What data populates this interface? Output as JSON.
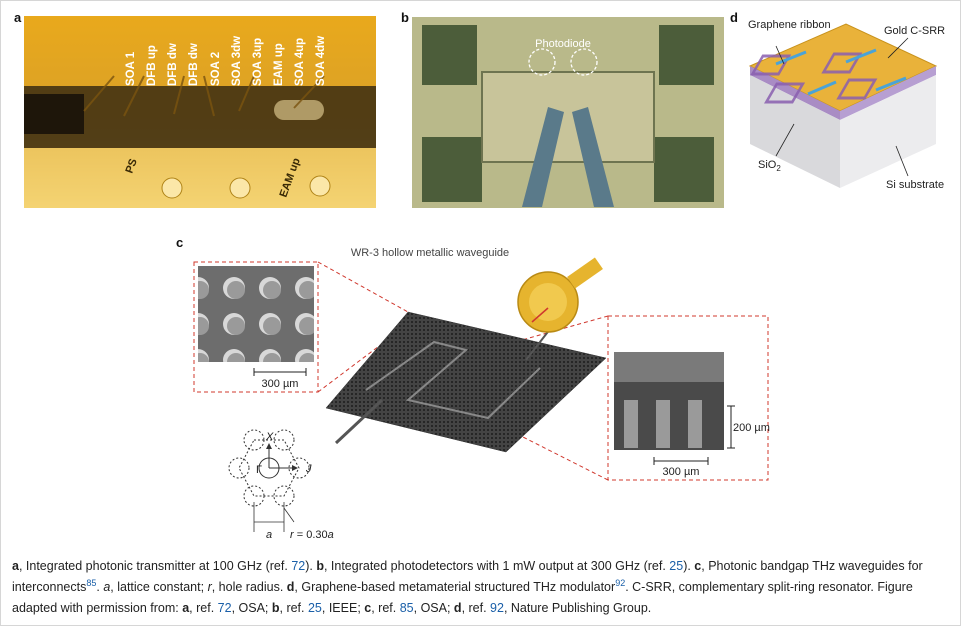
{
  "panels": {
    "a": {
      "label": "a",
      "strip_labels": [
        "SOA 1",
        "DFB up",
        "DFB dw",
        "DFB dw",
        "SOA 2",
        "SOA 3dw",
        "SOA 3up",
        "EAM up",
        "SOA 4up",
        "SOA 4dw"
      ],
      "bottom_labels": [
        "PS",
        "EAM up"
      ]
    },
    "b": {
      "label": "b",
      "photodiode": "Photodiode"
    },
    "c": {
      "label": "c",
      "waveguide_title": "WR-3 hollow metallic waveguide",
      "scale_left": "300 µm",
      "scale_right_h": "300 µm",
      "scale_right_v": "200 µm",
      "lattice": {
        "x": "X",
        "gamma": "Γ",
        "j": "J",
        "a": "a",
        "r_prefix": "r",
        "r_value": " = 0.30",
        "r_suffix": "a"
      }
    },
    "d": {
      "label": "d",
      "graphene": "Graphene ribbon",
      "gold": "Gold C-SRR",
      "sio2": "SiO",
      "sio2_sub": "2",
      "si": "Si substrate"
    }
  },
  "caption": {
    "segments": [
      {
        "t": "a",
        "b": true
      },
      {
        "t": ", Integrated photonic transmitter at 100 GHz (ref. "
      },
      {
        "t": "72",
        "link": true
      },
      {
        "t": "). "
      },
      {
        "t": "b",
        "b": true
      },
      {
        "t": ", Integrated photodetectors with 1 mW output at 300 GHz (ref. "
      },
      {
        "t": "25",
        "link": true
      },
      {
        "t": "). "
      },
      {
        "t": "c",
        "b": true
      },
      {
        "t": ", Photonic bandgap THz waveguides for interconnects"
      },
      {
        "t": "85",
        "link": true,
        "sup": true
      },
      {
        "t": ". "
      },
      {
        "t": "a",
        "i": true
      },
      {
        "t": ", lattice constant; "
      },
      {
        "t": "r",
        "i": true
      },
      {
        "t": ", hole radius. "
      },
      {
        "t": "d",
        "b": true
      },
      {
        "t": ", Graphene-based metamaterial structured THz modulator"
      },
      {
        "t": "92",
        "link": true,
        "sup": true
      },
      {
        "t": ". C-SRR, complementary split-ring resonator. Figure adapted with permission from: "
      },
      {
        "t": "a",
        "b": true
      },
      {
        "t": ", ref. "
      },
      {
        "t": "72",
        "link": true
      },
      {
        "t": ", OSA; "
      },
      {
        "t": "b",
        "b": true
      },
      {
        "t": ", ref. "
      },
      {
        "t": "25",
        "link": true
      },
      {
        "t": ", IEEE; "
      },
      {
        "t": "c",
        "b": true
      },
      {
        "t": ", ref. "
      },
      {
        "t": "85",
        "link": true
      },
      {
        "t": ", OSA; "
      },
      {
        "t": "d",
        "b": true
      },
      {
        "t": ", ref. "
      },
      {
        "t": "92",
        "link": true
      },
      {
        "t": ", Nature Publishing Group."
      }
    ]
  },
  "colors": {
    "gold": "#e8b530",
    "link": "#1a5fa8",
    "purple": "#a98cc4",
    "red_dash": "#d0382e",
    "graphene_blue": "#4aa3d8"
  }
}
